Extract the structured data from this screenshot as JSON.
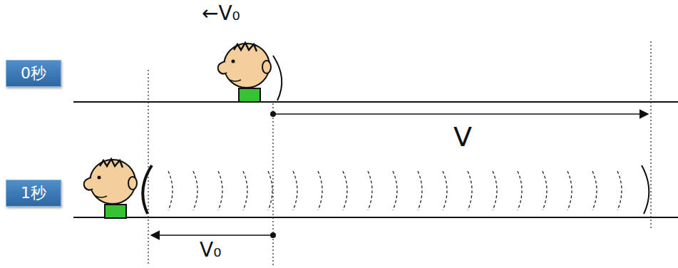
{
  "diagram": {
    "nodes": [
      {
        "text": [
          "0秒"
        ]
      },
      {
        "text": [
          "1秒"
        ]
      }
    ],
    "labels": [
      "←V₀",
      "V",
      "V₀"
    ]
  }
}
